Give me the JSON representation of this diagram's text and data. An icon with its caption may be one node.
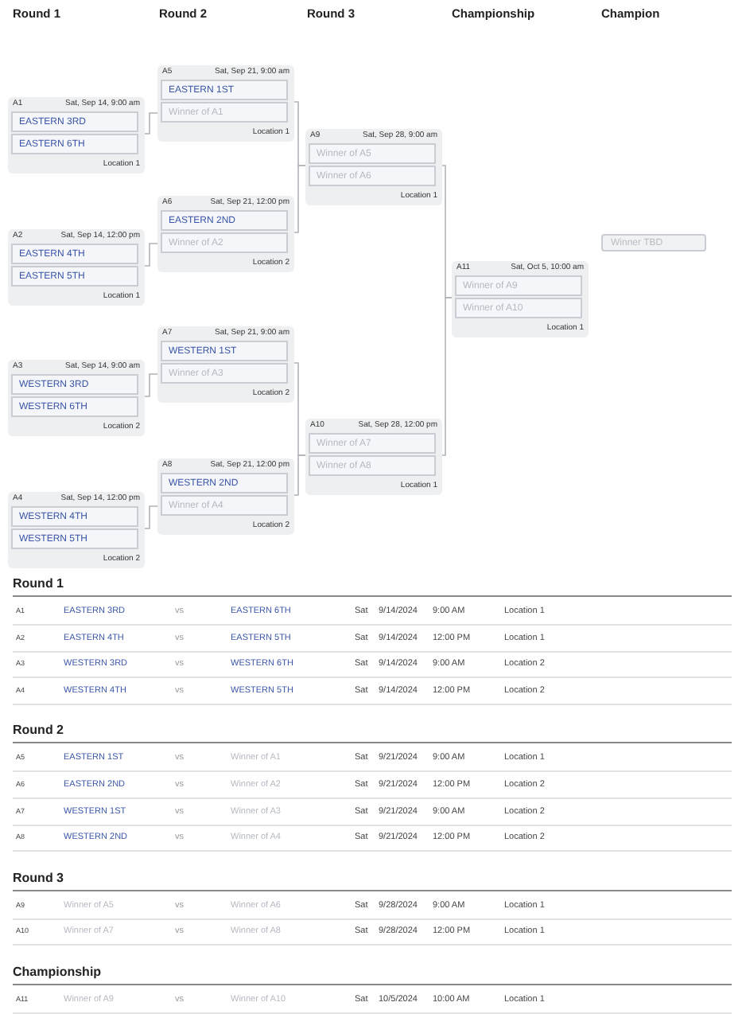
{
  "diagram": {
    "nodes": [
      {
        "text": [
          "A1",
          "Sat, Sep 14, 9:00 am",
          "EASTERN 3RD",
          "EASTERN 6TH",
          "Location 1"
        ]
      },
      {
        "text": [
          "A2",
          "Sat, Sep 14, 12:00 pm",
          "EASTERN 4TH",
          "EASTERN 5TH",
          "Location 1"
        ]
      },
      {
        "text": [
          "A3",
          "Sat, Sep 14, 9:00 am",
          "WESTERN 3RD",
          "WESTERN 6TH",
          "Location 2"
        ]
      },
      {
        "text": [
          "A4",
          "Sat, Sep 14, 12:00 pm",
          "WESTERN 4TH",
          "WESTERN 5TH",
          "Location 2"
        ]
      },
      {
        "text": [
          "A5",
          "Sat, Sep 21, 9:00 am",
          "EASTERN 1ST",
          "Winner of A1",
          "Location 1"
        ]
      },
      {
        "text": [
          "A6",
          "Sat, Sep 21, 12:00 pm",
          "EASTERN 2ND",
          "Winner of A2",
          "Location 2"
        ]
      },
      {
        "text": [
          "A7",
          "Sat, Sep 21, 9:00 am",
          "WESTERN 1ST",
          "Winner of A3",
          "Location 2"
        ]
      },
      {
        "text": [
          "A8",
          "Sat, Sep 21, 12:00 pm",
          "WESTERN 2ND",
          "Winner of A4",
          "Location 2"
        ]
      },
      {
        "text": [
          "A9",
          "Sat, Sep 28, 9:00 am",
          "Winner of A5",
          "Winner of A6",
          "Location 1"
        ]
      },
      {
        "text": [
          "A10",
          "Sat, Sep 28, 12:00 pm",
          "Winner of A7",
          "Winner of A8",
          "Location 1"
        ]
      },
      {
        "text": [
          "A11",
          "Sat, Oct 5, 10:00 am",
          "Winner of A9",
          "Winner of A10",
          "Location 1"
        ]
      },
      {
        "text": [
          "Winner TBD"
        ]
      }
    ],
    "edges": [
      {
        "from": 0,
        "to": 4,
        "arrow": "none"
      },
      {
        "from": 1,
        "to": 5,
        "arrow": "none"
      },
      {
        "from": 2,
        "to": 6,
        "arrow": "none"
      },
      {
        "from": 3,
        "to": 7,
        "arrow": "none"
      },
      {
        "from": 4,
        "to": 8,
        "arrow": "none"
      },
      {
        "from": 5,
        "to": 8,
        "arrow": "none"
      },
      {
        "from": 6,
        "to": 9,
        "arrow": "none"
      },
      {
        "from": 7,
        "to": 9,
        "arrow": "none"
      },
      {
        "from": 8,
        "to": 10,
        "arrow": "none"
      },
      {
        "from": 9,
        "to": 10,
        "arrow": "none"
      }
    ],
    "labels": [
      "Round 1",
      "Round 2",
      "Round 3",
      "Championship",
      "Champion",
      "Round 1",
      "A1",
      "EASTERN 3RD",
      "vs",
      "EASTERN 6TH",
      "Sat",
      "9/14/2024",
      "9:00 AM",
      "Location 1",
      "A2",
      "EASTERN 4TH",
      "vs",
      "EASTERN 5TH",
      "Sat",
      "9/14/2024",
      "12:00 PM",
      "Location 1",
      "A3",
      "WESTERN 3RD",
      "vs",
      "WESTERN 6TH",
      "Sat",
      "9/14/2024",
      "9:00 AM",
      "Location 2",
      "A4",
      "WESTERN 4TH",
      "vs",
      "WESTERN 5TH",
      "Sat",
      "9/14/2024",
      "12:00 PM",
      "Location 2",
      "Round 2",
      "A5",
      "EASTERN 1ST",
      "vs",
      "Winner of A1",
      "Sat",
      "9/21/2024",
      "9:00 AM",
      "Location 1",
      "A6",
      "EASTERN 2ND",
      "vs",
      "Winner of A2",
      "Sat",
      "9/21/2024",
      "12:00 PM",
      "Location 2",
      "A7",
      "WESTERN 1ST",
      "vs",
      "Winner of A3",
      "Sat",
      "9/21/2024",
      "9:00 AM",
      "Location 2",
      "A8",
      "WESTERN 2ND",
      "vs",
      "Winner of A4",
      "Sat",
      "9/21/2024",
      "12:00 PM",
      "Location 2",
      "Round 3",
      "A9",
      "Winner of A5",
      "vs",
      "Winner of A6",
      "Sat",
      "9/28/2024",
      "9:00 AM",
      "Location 1",
      "A10",
      "Winner of A7",
      "vs",
      "Winner of A8",
      "Sat",
      "9/28/2024",
      "12:00 PM",
      "Location 1",
      "Championship",
      "A11",
      "Winner of A9",
      "vs",
      "Winner of A10",
      "Sat",
      "10/5/2024",
      "10:00 AM",
      "Location 1"
    ]
  }
}
